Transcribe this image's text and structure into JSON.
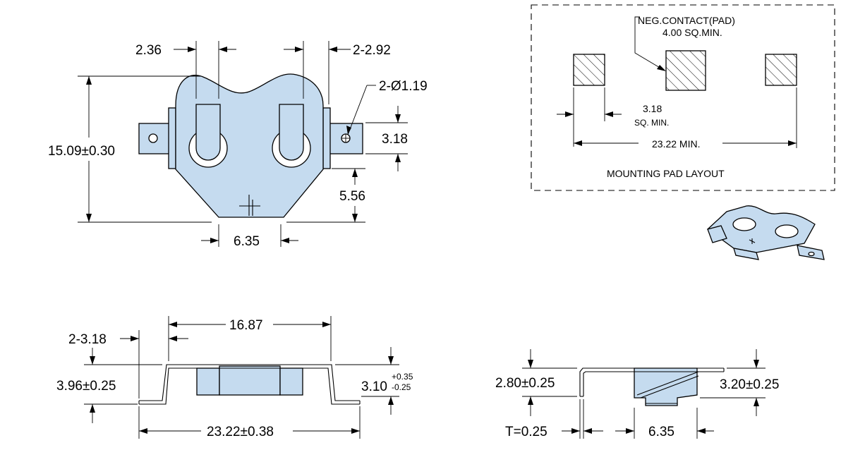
{
  "top_view": {
    "dim_tab_width": "2.36",
    "dim_slot_width": "2-2.92",
    "dim_hole": "2-Ø1.19",
    "dim_height_total": "15.09±0.30",
    "dim_tab_height": "3.18",
    "dim_tab_to_bottom": "5.56",
    "dim_bottom_width": "6.35"
  },
  "pad_layout": {
    "callout_line1": "NEG.CONTACT(PAD)",
    "callout_line2": "4.00 SQ.MIN.",
    "dim_pad_size": "3.18",
    "dim_pad_size_note": "SQ. MIN.",
    "dim_span": "23.22 MIN.",
    "caption": "MOUNTING PAD LAYOUT"
  },
  "front_view": {
    "dim_top_width": "16.87",
    "dim_leg": "2-3.18",
    "dim_height": "3.96±0.25",
    "dim_body_base": "3.10",
    "dim_body_tol_plus": "+0.35",
    "dim_body_tol_minus": "-0.25",
    "dim_total_width": "23.22±0.38"
  },
  "side_view": {
    "dim_left_height": "2.80±0.25",
    "dim_right_height": "3.20±0.25",
    "dim_thickness": "T=0.25",
    "dim_width": "6.35"
  },
  "colors": {
    "part_fill": "#c5dbef",
    "line": "#000000"
  }
}
